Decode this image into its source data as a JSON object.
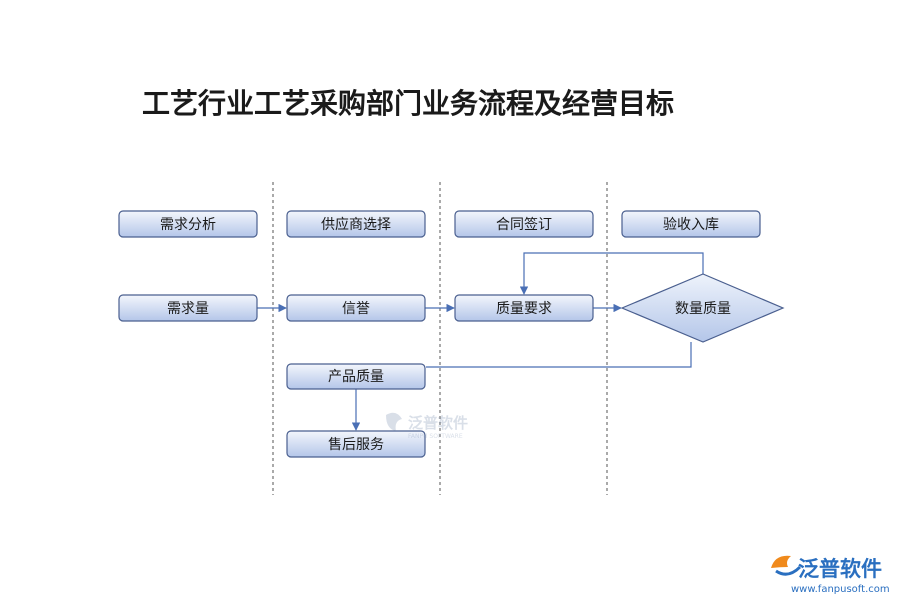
{
  "title": "工艺行业工艺采购部门业务流程及经营目标",
  "lanes": [
    {
      "id": "demand",
      "header": "需求分析"
    },
    {
      "id": "supplier",
      "header": "供应商选择"
    },
    {
      "id": "contract",
      "header": "合同签订"
    },
    {
      "id": "inspection",
      "header": "验收入库"
    }
  ],
  "nodes": {
    "demand_qty": "需求量",
    "credit": "信誉",
    "quality_req": "质量要求",
    "qty_quality": "数量质量",
    "product_quality": "产品质量",
    "after_sales": "售后服务"
  },
  "watermark": {
    "center_text": "泛普软件",
    "center_sub": "FANPU SOFTWARE"
  },
  "brand": {
    "name": "泛普软件",
    "url": "www.fanpusoft.com"
  },
  "colors": {
    "box_top": "#f0f4fb",
    "box_bottom": "#b3c5e8",
    "box_border": "#4a5f8f",
    "arrow": "#4a6fb5",
    "lane_divider": "#555555",
    "brand_blue": "#2a6fc0",
    "brand_orange": "#f08a1c"
  }
}
